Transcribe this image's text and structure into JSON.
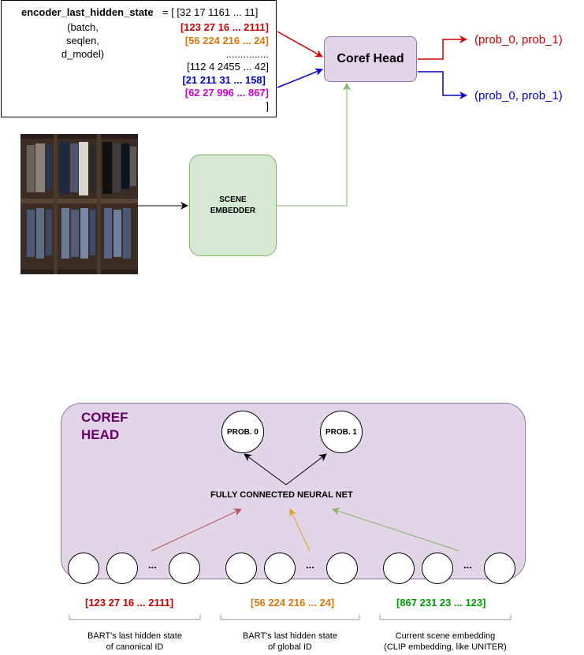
{
  "encoder_box": {
    "var_name": "encoder_last_hidden_state",
    "assign": " = [ [32 17 1161 ... 11]",
    "shape_lines": [
      "(batch,",
      "seqlen,",
      "d_model)"
    ],
    "row_red": "[123 27 16 ... 2111]",
    "row_orange": "[56 224 216 ... 24]",
    "dots": "...............",
    "row_black": "[112 4 2455 ...  42]",
    "row_blue": "[21 211 31 ... 158]",
    "row_magenta": "[62 27 996 ... 867]",
    "close": "]"
  },
  "coref_head_block": {
    "label": "Coref Head"
  },
  "scene_embedder": {
    "label_line1": "SCENE",
    "label_line2": "EMBEDDER"
  },
  "outputs": {
    "red": "(prob_0, prob_1)",
    "blue": "(prob_0, prob_1)"
  },
  "head_detail": {
    "title_line1": "COREF",
    "title_line2": "HEAD",
    "prob0": "PROB. 0",
    "prob1": "PROB. 1",
    "fc_label": "FULLY CONNECTED NEURAL NET",
    "ellipsis": "..."
  },
  "groups": [
    {
      "vector": "[123 27 16 ... 2111]",
      "caption1": "BART's last hidden state",
      "caption2": "of canonical ID"
    },
    {
      "vector": "[56 224 216 ... 24]",
      "caption1": "BART's last hidden state",
      "caption2": "of global ID"
    },
    {
      "vector": "[867 231 23 ... 123]",
      "caption1": "Current scene embedding",
      "caption2": "(CLIP embedding, like UNITER)"
    }
  ],
  "colors": {
    "red": "#cc0000",
    "blue": "#0000cc",
    "green": "#82b366",
    "orange": "#d9770b",
    "magenta": "#cc00cc",
    "purple_fill": "#e1d5e7",
    "purple_border": "#9673a6",
    "green_fill": "#d5e8d4",
    "title_purple": "#660066"
  }
}
